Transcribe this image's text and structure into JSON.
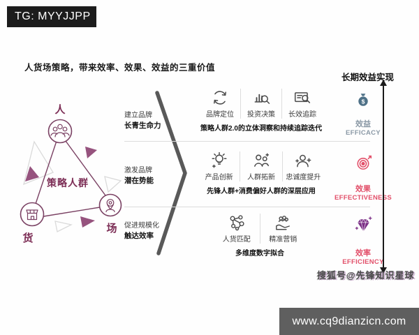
{
  "badge": {
    "label": "TG: MYYJJPP"
  },
  "title": "人货场策略，带来效率、效果、效益的三重价值",
  "colors": {
    "maroon_stroke": "#7a4163",
    "maroon_text": "#7c2d55",
    "purple_arrow": "#96537e",
    "chevron_gray": "#595959",
    "pink": "#e2506a",
    "slate_icon": "#4e7187",
    "slate_text": "#8b99a6",
    "violet": "#7b2f86",
    "footer_bg": "#5f5f5f"
  },
  "triangle": {
    "center": "策略人群",
    "top": {
      "label": "人",
      "icon": "people-group-icon"
    },
    "bottom_left": {
      "label": "货",
      "icon": "storefront-icon"
    },
    "bottom_right": {
      "label": "场",
      "icon": "location-pin-icon"
    }
  },
  "goals": [
    {
      "line1": "建立品牌",
      "line2": "长青生命力"
    },
    {
      "line1": "激发品牌",
      "line2": "潜在势能"
    },
    {
      "line1": "促进规模化",
      "line2": "触达效率"
    }
  ],
  "rows": [
    {
      "items": [
        {
          "label": "品牌定位",
          "icon": "brand-positioning-icon"
        },
        {
          "label": "投资决策",
          "icon": "investment-decision-icon"
        },
        {
          "label": "长效追踪",
          "icon": "long-term-tracking-icon"
        }
      ],
      "caption": "策略人群2.0的立体洞察和持续追踪迭代"
    },
    {
      "items": [
        {
          "label": "产品创新",
          "icon": "product-innovation-icon"
        },
        {
          "label": "人群拓新",
          "icon": "audience-expansion-icon"
        },
        {
          "label": "忠诚度提升",
          "icon": "loyalty-improvement-icon"
        }
      ],
      "caption": "先锋人群+消费偏好人群的深层应用"
    },
    {
      "items": [
        {
          "label": "人货匹配",
          "icon": "people-goods-matching-icon"
        },
        {
          "label": "精准营销",
          "icon": "precision-marketing-icon"
        }
      ],
      "caption": "多维度数字拟合"
    }
  ],
  "outcomes": [
    {
      "zh": "效益",
      "en": "EFFICACY",
      "icon": "money-bag-icon"
    },
    {
      "zh": "效果",
      "en": "EFFECTIVENESS",
      "icon": "target-icon"
    },
    {
      "zh": "效率",
      "en": "EFFICIENCY",
      "icon": "diamond-icon"
    }
  ],
  "axis_label": "长期效益实现",
  "watermark": "搜狐号@先锋知识星球",
  "footer": {
    "url": "www.cq9dianzicn.com"
  }
}
